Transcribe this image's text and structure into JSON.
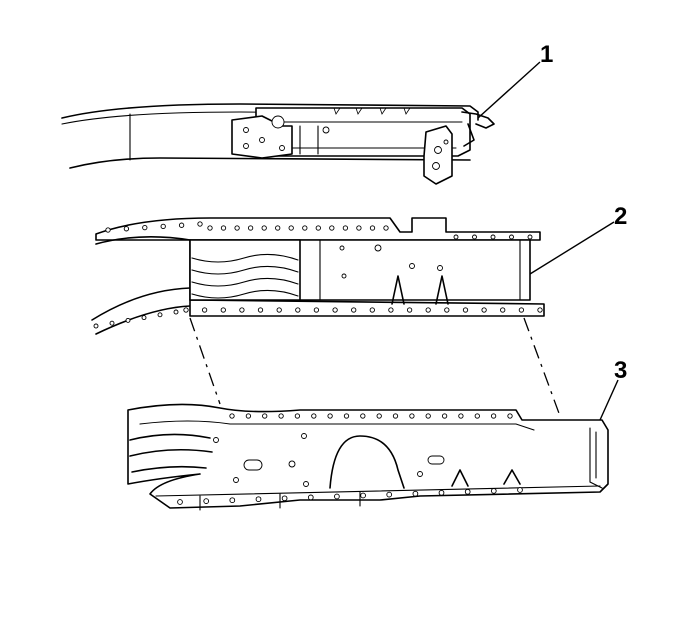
{
  "callouts": [
    {
      "id": "callout-1",
      "text": "1"
    },
    {
      "id": "callout-2",
      "text": "2"
    },
    {
      "id": "callout-3",
      "text": "3"
    }
  ]
}
